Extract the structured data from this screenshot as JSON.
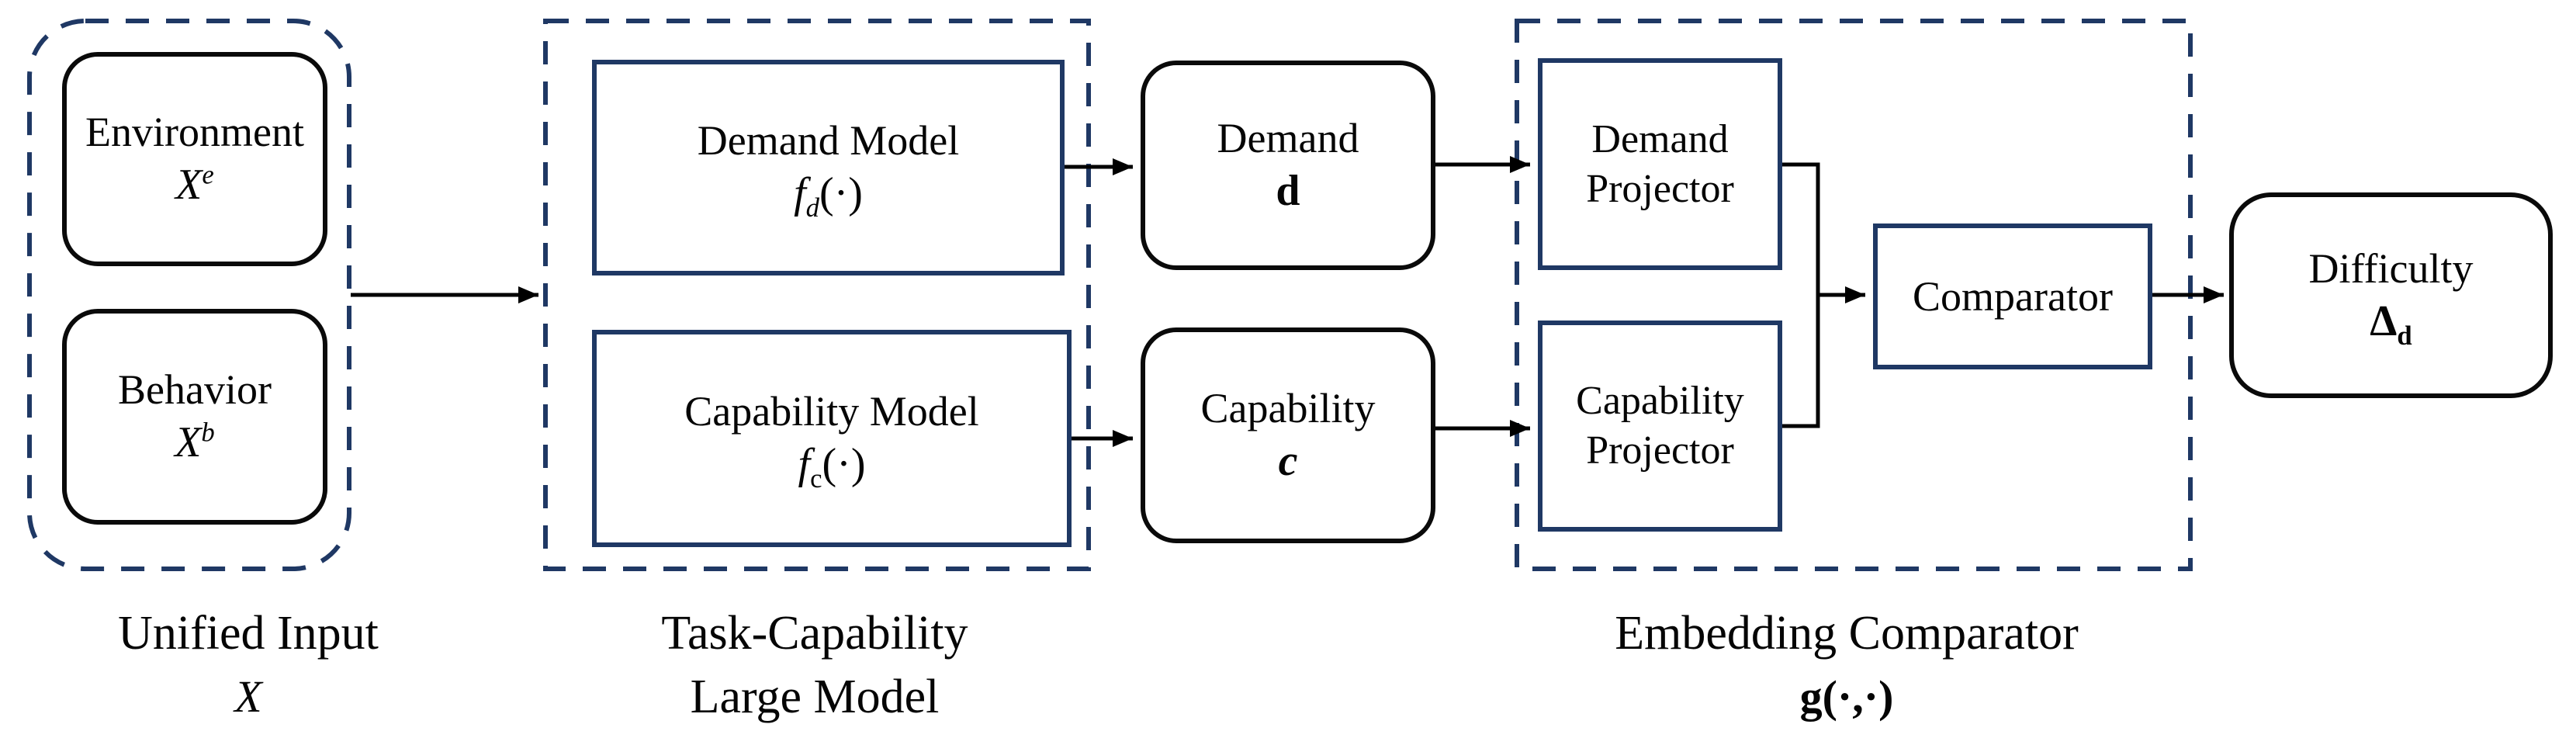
{
  "colors": {
    "navy": "#1f3864",
    "ink": "#000000",
    "background": "#ffffff"
  },
  "sections": {
    "unified_input": {
      "label": "Unified Input",
      "symbol": "X"
    },
    "task_capability": {
      "label_line1": "Task-Capability",
      "label_line2": "Large Model"
    },
    "embedding_comparator": {
      "label": "Embedding Comparator",
      "symbol": "g(·,·)"
    }
  },
  "nodes": {
    "environment": {
      "title": "Environment",
      "base": "X",
      "sup": "e"
    },
    "behavior": {
      "title": "Behavior",
      "base": "X",
      "sup": "b"
    },
    "demand_model": {
      "title": "Demand Model",
      "base": "f",
      "sub": "d",
      "args": "(·)"
    },
    "capability_model": {
      "title": "Capability Model",
      "base": "f",
      "sub": "c",
      "args": "(·)"
    },
    "demand": {
      "title": "Demand",
      "symbol": "d"
    },
    "capability": {
      "title": "Capability",
      "symbol": "c"
    },
    "demand_projector": {
      "line1": "Demand",
      "line2": "Projector"
    },
    "capability_projector": {
      "line1": "Capability",
      "line2": "Projector"
    },
    "comparator": {
      "title": "Comparator"
    },
    "difficulty": {
      "title": "Difficulty",
      "base": "Δ",
      "sub": "d"
    }
  }
}
